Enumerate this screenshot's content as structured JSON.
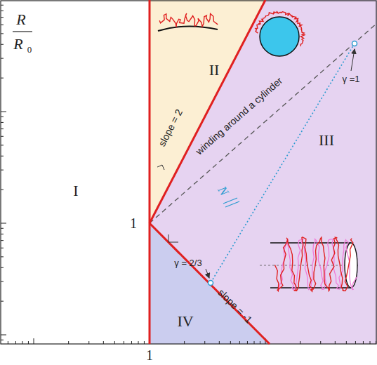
{
  "diagram": {
    "labels": [
      "R",
      "R",
      "0",
      "1",
      "1",
      "I",
      "II",
      "III",
      "IV",
      "slope = 2",
      "slope = -1",
      "winding around a cylinder",
      "γ =1",
      "γ = 2/3",
      "N"
    ]
  }
}
